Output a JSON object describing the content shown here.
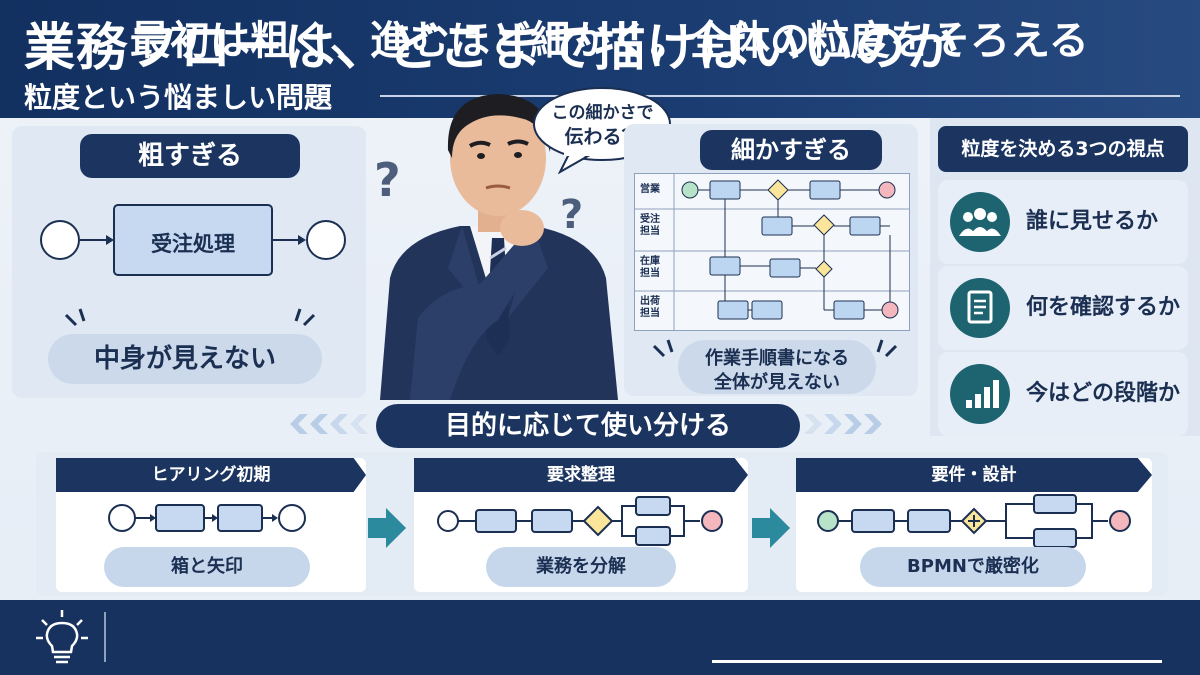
{
  "header": {
    "title": "業務フローは、どこまで描けばいいのか",
    "subtitle": "粒度という悩ましい問題"
  },
  "left_panel": {
    "heading": "粗すぎる",
    "box_label": "受注処理",
    "caption": "中身が見えない"
  },
  "speech_bubble": {
    "line1": "この細かさで",
    "line2": "伝わる？"
  },
  "detail_panel": {
    "heading": "細かすぎる",
    "lanes": [
      "営業",
      "受注担当",
      "在庫担当",
      "出荷担当"
    ],
    "caption_line1": "作業手順書になる",
    "caption_line2": "全体が見えない"
  },
  "viewpoints": {
    "heading": "粒度を決める3つの視点",
    "items": [
      {
        "label": "誰に見せるか",
        "icon": "people-icon"
      },
      {
        "label": "何を確認するか",
        "icon": "document-icon"
      },
      {
        "label": "今はどの段階か",
        "icon": "bar-chart-icon"
      }
    ]
  },
  "middle_banner": {
    "label": "目的に応じて使い分ける"
  },
  "stages": [
    {
      "heading": "ヒアリング初期",
      "caption": "箱と矢印"
    },
    {
      "heading": "要求整理",
      "caption": "業務を分解"
    },
    {
      "heading": "要件・設計",
      "caption": "BPMNで厳密化"
    }
  ],
  "footer": {
    "part1": "最初は粗く、進むほど細かく。",
    "part2": "全体の粒度をそろえる",
    "icon": "lightbulb-icon"
  },
  "colors": {
    "navy": "#1c3560",
    "teal": "#1d6470",
    "start_green": "#b7e3c8",
    "end_red": "#f3b7bd",
    "gateway_yellow": "#fbe59a",
    "task_blue": "#bcd6f2"
  }
}
